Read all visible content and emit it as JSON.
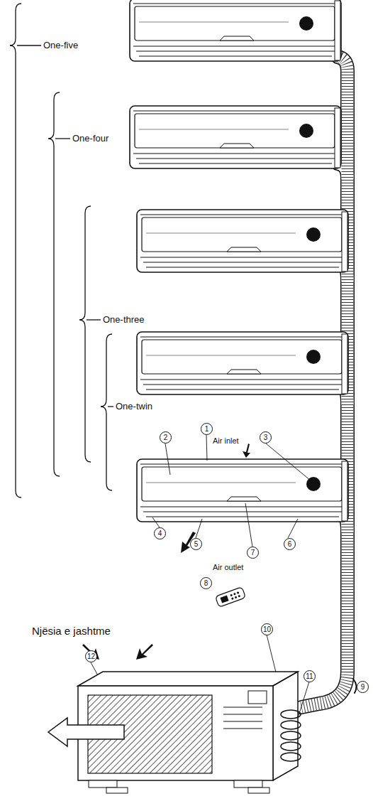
{
  "diagram": {
    "labels": [
      "One-five",
      "One-four",
      "One-three",
      "One-twin",
      "2",
      "1",
      "3",
      "Air inlet",
      "4",
      "5",
      "7",
      "6",
      "Air outlet",
      "8",
      "Njësia e jashtme",
      "10",
      "9",
      "11",
      "12"
    ]
  }
}
